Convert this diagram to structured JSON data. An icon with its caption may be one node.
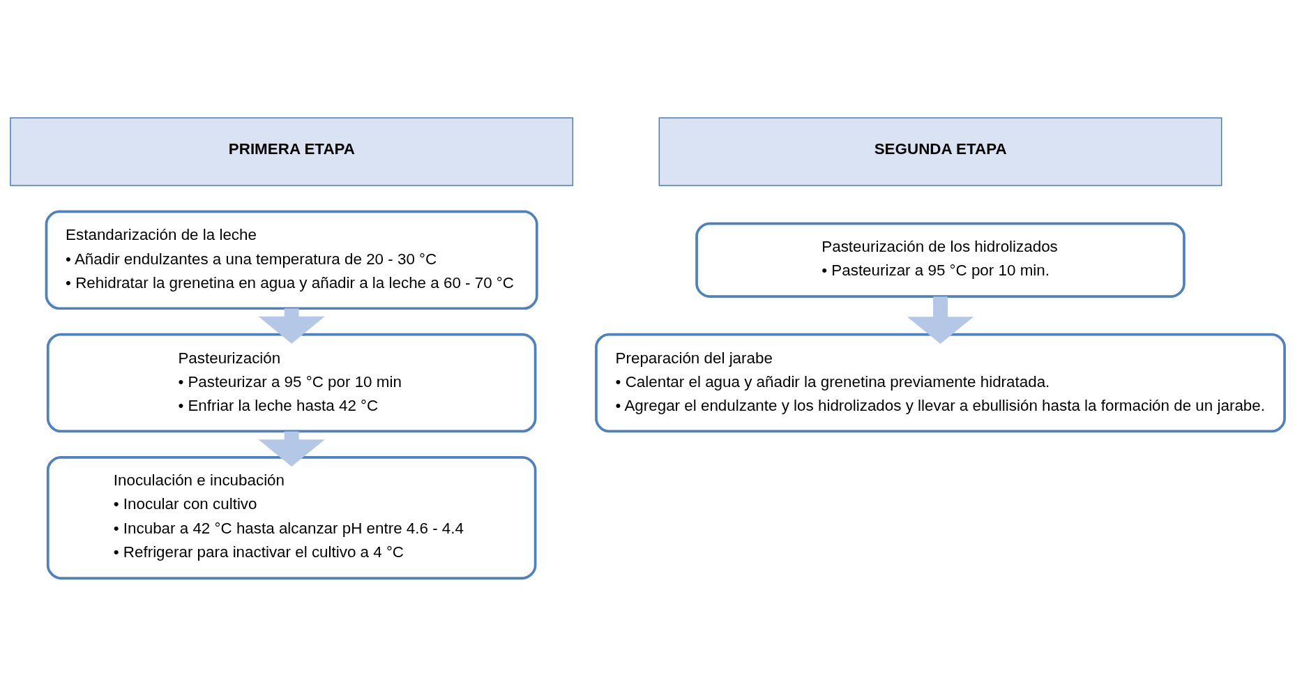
{
  "diagram": {
    "nodes": [
      {
        "text": [
          "PRIMERA ETAPA"
        ]
      },
      {
        "text": [
          "SEGUNDA ETAPA"
        ]
      },
      {
        "text": [
          "Estandarización de la leche",
          "• Añadir endulzantes a una temperatura de 20 - 30 °C",
          "• Rehidratar la grenetina en agua y añadir a la leche a 60 - 70 °C"
        ]
      },
      {
        "text": [
          "Pasteurización de los hidrolizados",
          "• Pasteurizar a 95 °C por 10 min."
        ]
      },
      {
        "text": [
          "Pasteurización",
          "• Pasteurizar a 95 °C por 10 min",
          "• Enfriar la leche hasta 42 °C"
        ]
      },
      {
        "text": [
          "Preparación del jarabe",
          "• Calentar el agua y añadir la grenetina previamente hidratada.",
          "• Agregar el endulzante y los hidrolizados y llevar a ebullisión hasta la formación de un jarabe."
        ]
      },
      {
        "text": [
          "Inoculación e incubación",
          "• Inocular con cultivo",
          "• Incubar a 42 °C hasta alcanzar pH entre 4.6 - 4.4",
          "• Refrigerar para inactivar el cultivo a 4 °C"
        ]
      }
    ],
    "edges": [
      {
        "from": 2,
        "to": 4,
        "arrow": "to"
      },
      {
        "from": 4,
        "to": 6,
        "arrow": "to"
      },
      {
        "from": 3,
        "to": 5,
        "arrow": "to"
      }
    ]
  }
}
